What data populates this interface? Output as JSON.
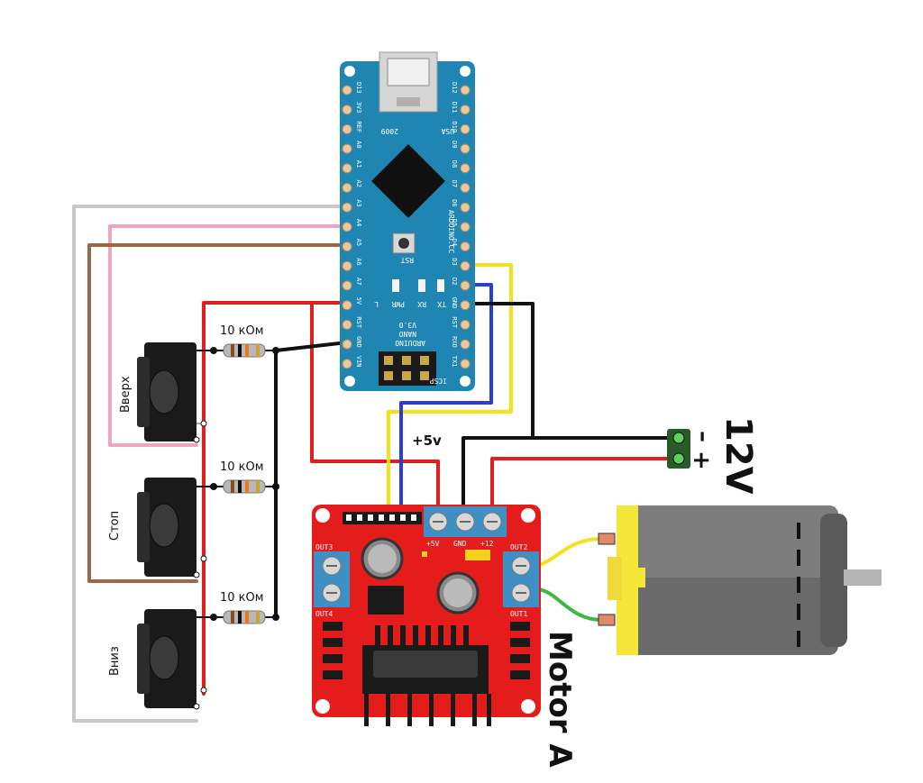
{
  "labels": {
    "resistor_top": "10 кОм",
    "resistor_mid": "10 кОм",
    "resistor_bot": "10 кОм",
    "button_up": "Вверх",
    "button_stop": "Стоп",
    "button_down": "Вниз",
    "plus5v": "+5v",
    "supply": "12V",
    "supply_minus": "–",
    "supply_plus": "+",
    "motor": "Motor A"
  },
  "arduino": {
    "usa": "USA",
    "year": "2009",
    "rst": "RST",
    "site": "ARDUINO.CC",
    "model": "ARDUINO",
    "model2": "NANO",
    "version": "V3.0",
    "icsp": "ICSP",
    "pwr": "PWR",
    "rx": "RX",
    "tx": "TX",
    "l": "L",
    "left_pins": [
      "D13",
      "3V3",
      "REF",
      "A0",
      "A1",
      "A2",
      "A3",
      "A4",
      "A5",
      "A6",
      "A7",
      "5V",
      "RST",
      "GND",
      "VIN"
    ],
    "right_pins": [
      "D12",
      "D11",
      "D10",
      "D9",
      "D8",
      "D7",
      "D6",
      "D5",
      "D4",
      "D3",
      "D2",
      "GND",
      "RST",
      "RXO",
      "TX1"
    ]
  },
  "driver": {
    "out1": "OUT1",
    "out2": "OUT2",
    "out3": "OUT3",
    "out4": "OUT4",
    "plus5v": "+5V",
    "gnd": "GND",
    "plus12": "+12"
  },
  "colors": {
    "wire_red": "#e0201c",
    "wire_black": "#111111",
    "wire_yellow": "#f5e01a",
    "wire_blue": "#2a3fd0",
    "wire_pink": "#f2a3c0",
    "wire_brown": "#a0664a",
    "wire_gray": "#c8c8c8",
    "wire_green": "#3fb83f",
    "board_arduino": "#1f86b4",
    "board_driver": "#e51c1c",
    "motor_yellow": "#f5e73a",
    "motor_body": "#6a6a6a"
  }
}
